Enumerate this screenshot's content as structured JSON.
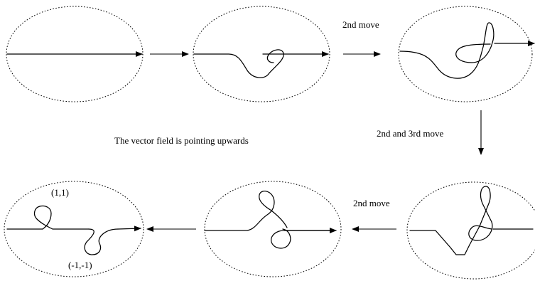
{
  "labels": {
    "move_top": "2nd move",
    "move_right": "2nd and 3rd move",
    "move_bottom": "2nd move",
    "caption": "The vector field is pointing upwards",
    "positive_curl": "(1,1)",
    "negative_curl": "(-1,-1)"
  },
  "panels": [
    {
      "id": "panel-1",
      "description": "straight strand"
    },
    {
      "id": "panel-2",
      "description": "strand with a single curl"
    },
    {
      "id": "panel-3",
      "description": "strand with curl and loop"
    },
    {
      "id": "panel-4",
      "description": "strand with crossing loops"
    },
    {
      "id": "panel-5",
      "description": "strand with overlapping curls"
    },
    {
      "id": "panel-6",
      "description": "strand with separated curls"
    }
  ]
}
